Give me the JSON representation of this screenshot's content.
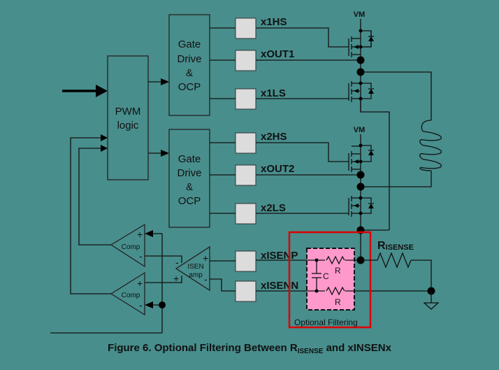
{
  "diagram": {
    "blocks": {
      "pwm": [
        "PWM",
        "logic"
      ],
      "gate1": [
        "Gate",
        "Drive",
        "&",
        "OCP"
      ],
      "gate2": [
        "Gate",
        "Drive",
        "&",
        "OCP"
      ],
      "comp1": "Comp",
      "comp2": "Comp",
      "isen_amp": [
        "ISEN",
        "amp"
      ]
    },
    "pins": {
      "x1hs": "x1HS",
      "xout1": "xOUT1",
      "x1ls": "x1LS",
      "x2hs": "x2HS",
      "xout2": "xOUT2",
      "x2ls": "x2LS",
      "xisenp": "xISENP",
      "xisenn": "xISENN"
    },
    "supply": {
      "vm1": "VM",
      "vm2": "VM"
    },
    "rsense": {
      "main": "R",
      "sub": "ISENSE"
    },
    "filter": {
      "r_top": "R",
      "r_bottom": "R",
      "cap": "C",
      "label": "Optional Filtering",
      "fill_color": "#ff99cc",
      "border_color": "#dd0000"
    },
    "signs": {
      "plus": "+",
      "minus": "-"
    }
  },
  "caption": {
    "prefix": "Figure 6.  Optional Filtering Between R",
    "sub": "ISENSE",
    "suffix": " and xINSENx"
  }
}
